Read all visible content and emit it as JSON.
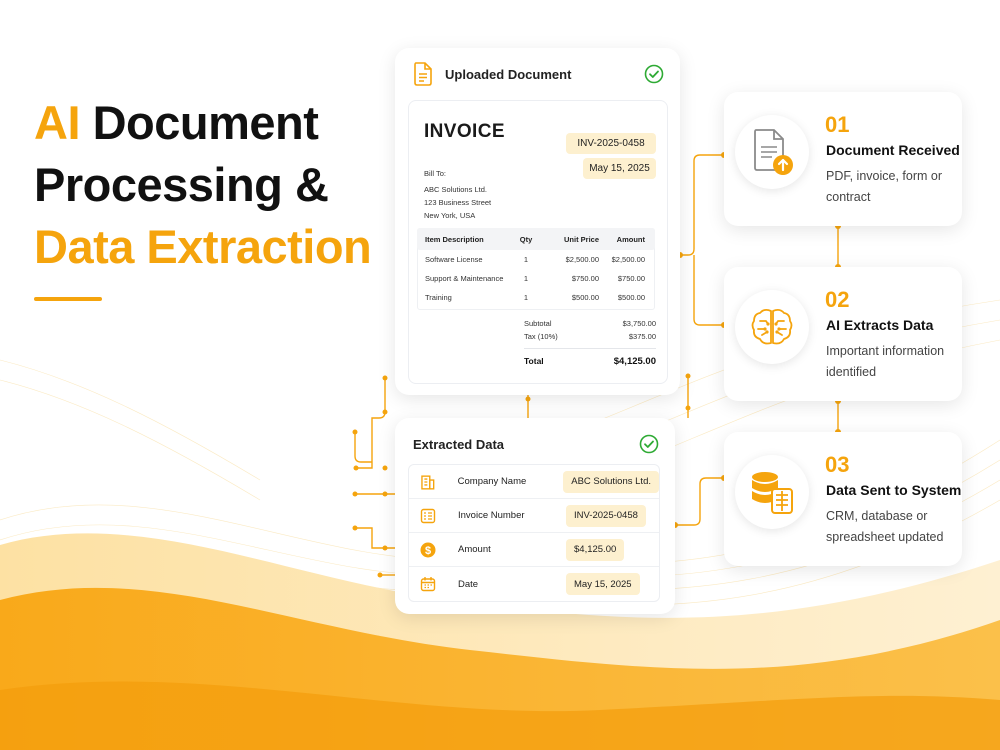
{
  "colors": {
    "accent": "#f5a40d",
    "accent_light": "#fdf0cf",
    "success": "#2eaa34",
    "text_dark": "#111111"
  },
  "headline": {
    "line1_accent": "AI",
    "line1_rest": "Document",
    "line2": "Processing &",
    "line3": "Data Extraction"
  },
  "upload_card": {
    "title": "Uploaded Document",
    "icon": "document-icon",
    "status_icon": "check-circle-icon",
    "invoice": {
      "title": "INVOICE",
      "number": "INV-2025-0458",
      "date": "May 15, 2025",
      "bill_to_label": "Bill To:",
      "bill_to": [
        "ABC Solutions Ltd.",
        "123 Business Street",
        "New York, USA"
      ],
      "columns": [
        "Item Description",
        "Qty",
        "Unit Price",
        "Amount"
      ],
      "items": [
        {
          "desc": "Software License",
          "qty": "1",
          "unit": "$2,500.00",
          "amount": "$2,500.00"
        },
        {
          "desc": "Support & Maintenance",
          "qty": "1",
          "unit": "$750.00",
          "amount": "$750.00"
        },
        {
          "desc": "Training",
          "qty": "1",
          "unit": "$500.00",
          "amount": "$500.00"
        }
      ],
      "subtotal_label": "Subtotal",
      "subtotal": "$3,750.00",
      "tax_label": "Tax (10%)",
      "tax": "$375.00",
      "total_label": "Total",
      "total": "$4,125.00"
    }
  },
  "extract_card": {
    "title": "Extracted Data",
    "status_icon": "check-circle-icon",
    "rows": [
      {
        "icon": "building-icon",
        "label": "Company Name",
        "value": "ABC Solutions Ltd."
      },
      {
        "icon": "invoice-number-icon",
        "label": "Invoice Number",
        "value": "INV-2025-0458"
      },
      {
        "icon": "dollar-coin-icon",
        "label": "Amount",
        "value": "$4,125.00"
      },
      {
        "icon": "calendar-icon",
        "label": "Date",
        "value": "May 15, 2025"
      }
    ]
  },
  "steps": [
    {
      "num": "01",
      "title": "Document Received",
      "desc": "PDF, invoice, form or contract",
      "icon": "document-upload-icon"
    },
    {
      "num": "02",
      "title": "AI Extracts Data",
      "desc": "Important information identified",
      "icon": "brain-circuit-icon"
    },
    {
      "num": "03",
      "title": "Data Sent to System",
      "desc": "CRM, database or spreadsheet updated",
      "icon": "database-spreadsheet-icon"
    }
  ]
}
